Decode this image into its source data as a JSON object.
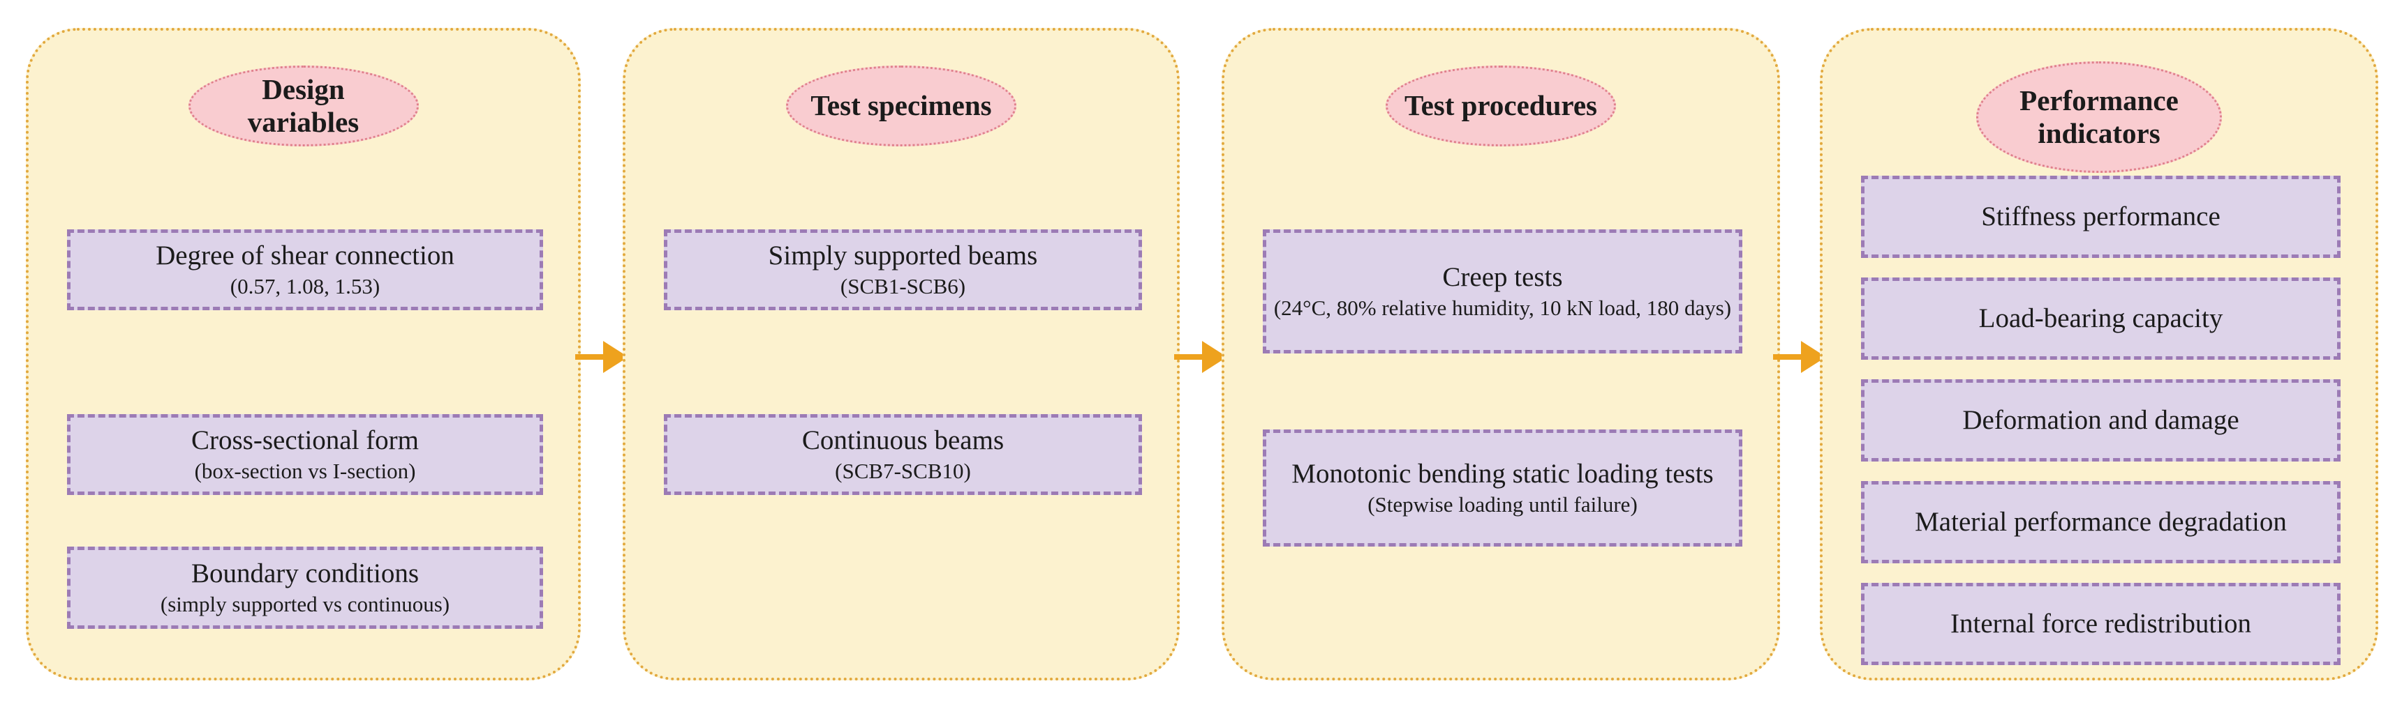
{
  "colors": {
    "page-bg": "#ffffff",
    "panel-fill": "#FCF2CF",
    "panel-border": "#E2A93E",
    "box-fill": "#DDD3E9",
    "box-border": "#9C7BB5",
    "ellipse-fill": "#F9CCD0",
    "ellipse-border": "#E0808C",
    "arrow": "#EEA21E",
    "text": "#1b1b1b"
  },
  "panels": [
    {
      "header": "Design variables",
      "boxes": [
        {
          "title": "Degree of shear connection",
          "subtitle": "(0.57, 1.08, 1.53)"
        },
        {
          "title": "Cross-sectional form",
          "subtitle": "(box-section vs I-section)"
        },
        {
          "title": "Boundary conditions",
          "subtitle": "(simply supported vs continuous)"
        }
      ]
    },
    {
      "header": "Test specimens",
      "boxes": [
        {
          "title": "Simply supported beams",
          "subtitle": "(SCB1-SCB6)"
        },
        {
          "title": "Continuous beams",
          "subtitle": "(SCB7-SCB10)"
        }
      ]
    },
    {
      "header": "Test procedures",
      "boxes": [
        {
          "title": "Creep tests",
          "subtitle": "(24°C, 80% relative humidity, 10 kN load, 180 days)"
        },
        {
          "title": "Monotonic bending static loading tests",
          "subtitle": "(Stepwise loading until failure)"
        }
      ]
    },
    {
      "header": "Performance indicators",
      "boxes": [
        {
          "title": "Stiffness performance"
        },
        {
          "title": "Load-bearing capacity"
        },
        {
          "title": "Deformation and damage"
        },
        {
          "title": "Material performance degradation"
        },
        {
          "title": "Internal force redistribution"
        }
      ]
    }
  ]
}
